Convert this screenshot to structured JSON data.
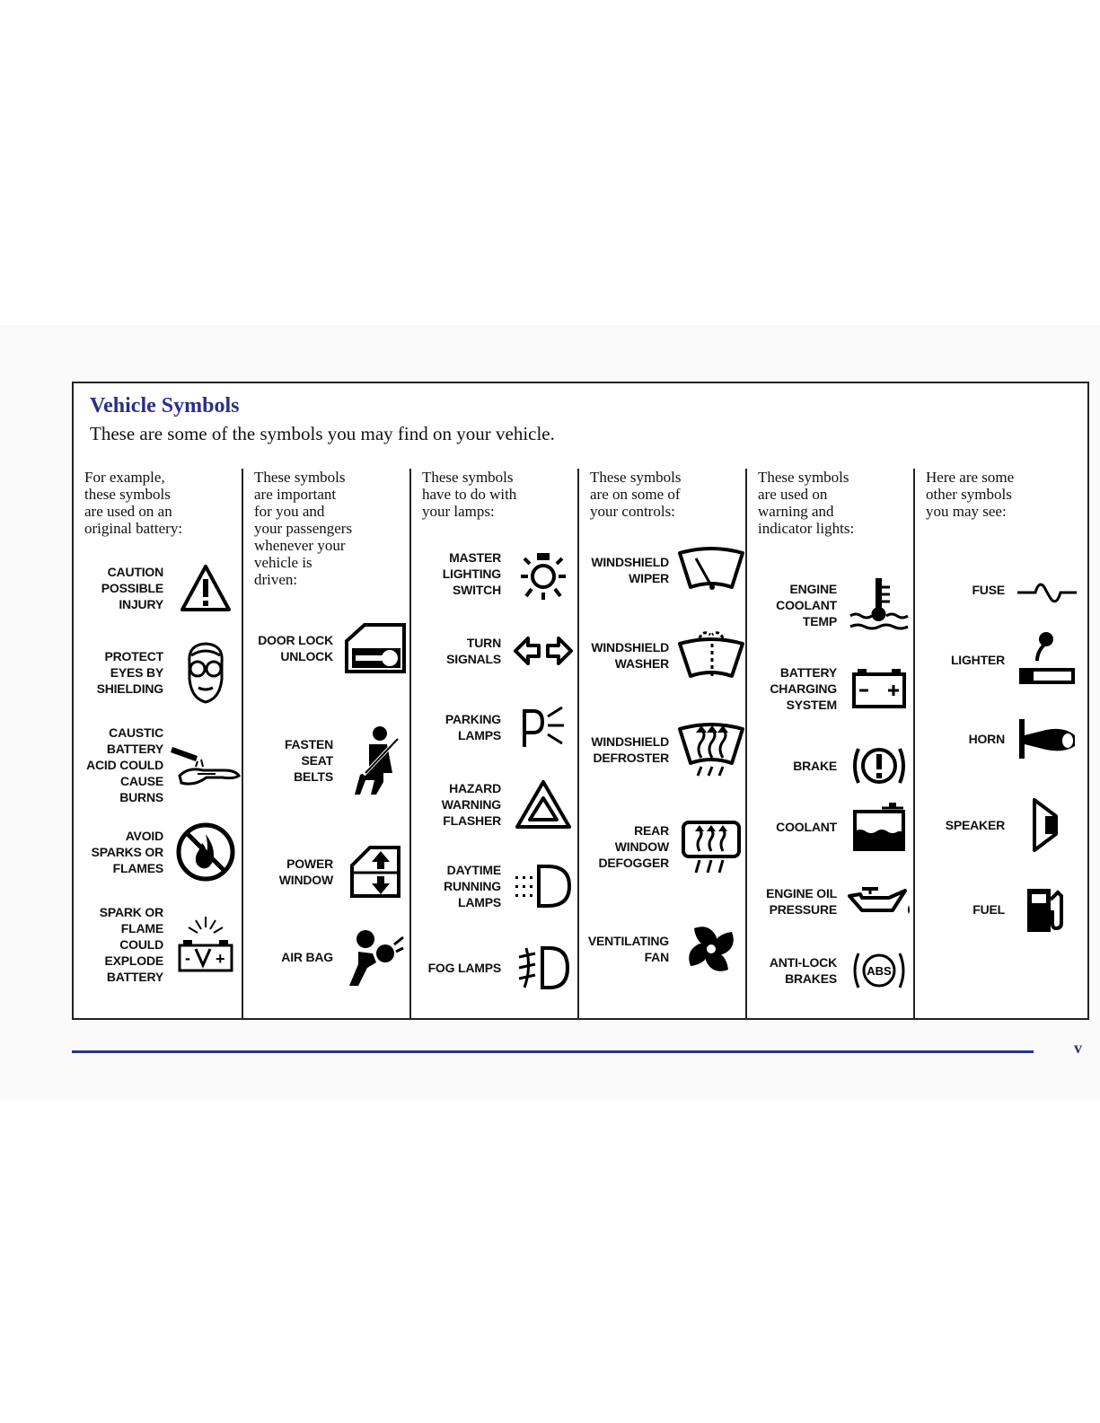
{
  "title": "Vehicle Symbols",
  "subtitle": "These are some of the symbols you may find on your vehicle.",
  "page_number": "v",
  "columns": [
    {
      "intro": "For example,\nthese symbols\nare used on an\noriginal battery:",
      "symbols": [
        {
          "label": "CAUTION\nPOSSIBLE\nINJURY",
          "icon": "warning-triangle-icon"
        },
        {
          "label": "PROTECT\nEYES BY\nSHIELDING",
          "icon": "safety-goggles-face-icon"
        },
        {
          "label": "CAUSTIC\nBATTERY\nACID COULD\nCAUSE\nBURNS",
          "icon": "acid-hand-icon"
        },
        {
          "label": "AVOID\nSPARKS OR\nFLAMES",
          "icon": "no-flame-icon"
        },
        {
          "label": "SPARK OR\nFLAME\nCOULD\nEXPLODE\nBATTERY",
          "icon": "exploding-battery-icon"
        }
      ]
    },
    {
      "intro": "These symbols\nare important\nfor you and\nyour passengers\nwhenever your\nvehicle is\ndriven:",
      "symbols": [
        {
          "label": "DOOR LOCK\nUNLOCK",
          "icon": "door-lock-key-icon"
        },
        {
          "label": "FASTEN\nSEAT\nBELTS",
          "icon": "seat-belt-icon"
        },
        {
          "label": "POWER\nWINDOW",
          "icon": "power-window-icon"
        },
        {
          "label": "AIR BAG",
          "icon": "air-bag-icon"
        }
      ]
    },
    {
      "intro": "These symbols\nhave to do with\nyour lamps:",
      "symbols": [
        {
          "label": "MASTER\nLIGHTING\nSWITCH",
          "icon": "master-lighting-icon"
        },
        {
          "label": "TURN\nSIGNALS",
          "icon": "turn-signals-icon"
        },
        {
          "label": "PARKING\nLAMPS",
          "icon": "parking-lamps-icon"
        },
        {
          "label": "HAZARD\nWARNING\nFLASHER",
          "icon": "hazard-triangle-icon"
        },
        {
          "label": "DAYTIME\nRUNNING\nLAMPS",
          "icon": "daytime-running-lamps-icon"
        },
        {
          "label": "FOG LAMPS",
          "icon": "fog-lamps-icon"
        }
      ]
    },
    {
      "intro": "These symbols\nare on some of\nyour controls:",
      "symbols": [
        {
          "label": "WINDSHIELD\nWIPER",
          "icon": "windshield-wiper-icon"
        },
        {
          "label": "WINDSHIELD\nWASHER",
          "icon": "windshield-washer-icon"
        },
        {
          "label": "WINDSHIELD\nDEFROSTER",
          "icon": "windshield-defroster-icon"
        },
        {
          "label": "REAR\nWINDOW\nDEFOGGER",
          "icon": "rear-defogger-icon"
        },
        {
          "label": "VENTILATING\nFAN",
          "icon": "ventilating-fan-icon"
        }
      ]
    },
    {
      "intro": "These symbols\nare used on\nwarning and\nindicator lights:",
      "symbols": [
        {
          "label": "ENGINE\nCOOLANT\nTEMP",
          "icon": "coolant-temp-icon"
        },
        {
          "label": "BATTERY\nCHARGING\nSYSTEM",
          "icon": "battery-icon"
        },
        {
          "label": "BRAKE",
          "icon": "brake-warning-icon"
        },
        {
          "label": "COOLANT",
          "icon": "coolant-level-icon"
        },
        {
          "label": "ENGINE OIL\nPRESSURE",
          "icon": "oil-can-icon"
        },
        {
          "label": "ANTI-LOCK\nBRAKES",
          "icon": "abs-icon"
        }
      ]
    },
    {
      "intro": "Here are some\nother symbols\nyou may see:",
      "symbols": [
        {
          "label": "FUSE",
          "icon": "fuse-icon"
        },
        {
          "label": "LIGHTER",
          "icon": "lighter-icon"
        },
        {
          "label": "HORN",
          "icon": "horn-icon"
        },
        {
          "label": "SPEAKER",
          "icon": "speaker-icon"
        },
        {
          "label": "FUEL",
          "icon": "fuel-pump-icon"
        }
      ]
    }
  ]
}
